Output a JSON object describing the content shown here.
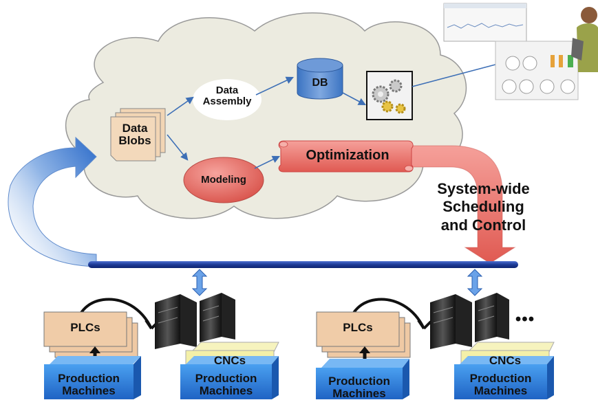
{
  "cloud": {
    "data_blobs": [
      "Data",
      "Blobs"
    ],
    "data_assembly": [
      "Data",
      "Assembly"
    ],
    "db": "DB",
    "modeling": "Modeling",
    "optimization": "Optimization"
  },
  "side_note": [
    "System-wide",
    "Scheduling",
    "and Control"
  ],
  "cells": [
    {
      "plcs": "PLCs",
      "cncs": "CNCs",
      "prod_left": [
        "Production",
        "Machines"
      ],
      "prod_right": [
        "Production",
        "Machines"
      ]
    },
    {
      "plcs": "PLCs",
      "cncs": "CNCs",
      "prod_left": [
        "Production",
        "Machines"
      ],
      "prod_right": [
        "Production",
        "Machines"
      ]
    }
  ],
  "ellipsis": "•••",
  "colors": {
    "cloud_fill": "#ecebe0",
    "bus": "#1f3f9a",
    "box_tan": "#efc9a4",
    "cnc_yellow": "#f4f0a8",
    "machine_blue": "#2d7ed8",
    "arrow_red": "#e8665e",
    "db_blue": "#4f87cf"
  }
}
